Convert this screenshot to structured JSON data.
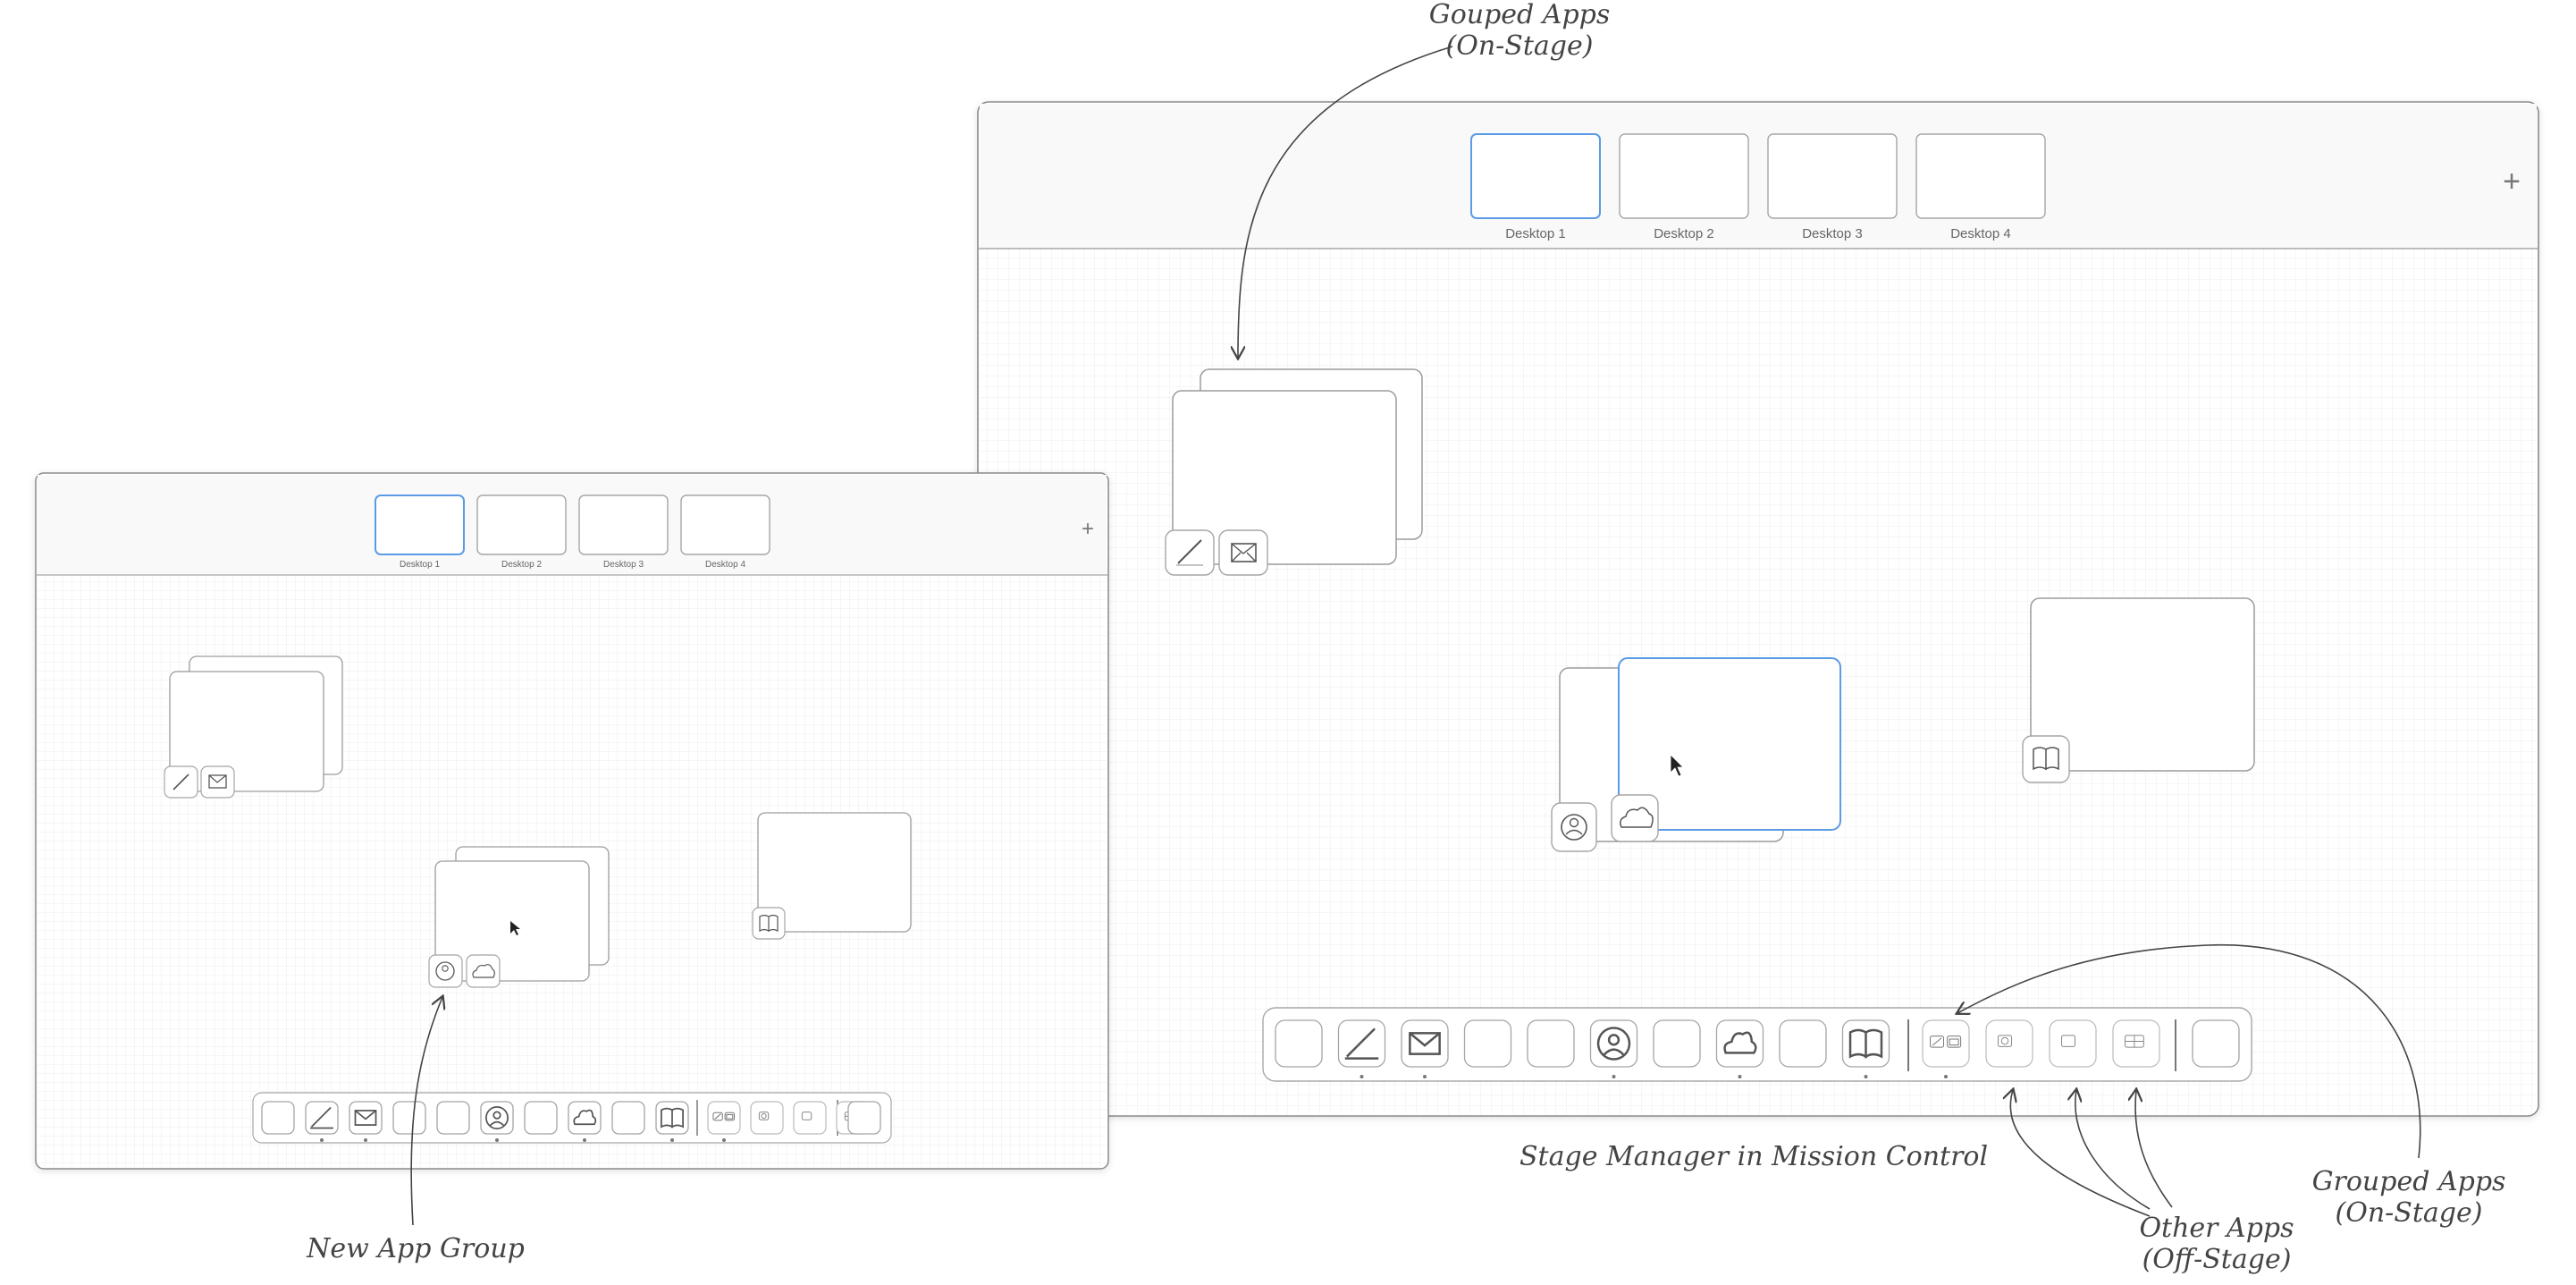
{
  "big": {
    "desktops": [
      {
        "label": "Desktop 1",
        "active": true
      },
      {
        "label": "Desktop 2",
        "active": false
      },
      {
        "label": "Desktop 3",
        "active": false
      },
      {
        "label": "Desktop 4",
        "active": false
      }
    ],
    "add_label": "+"
  },
  "small": {
    "desktops": [
      {
        "label": "Desktop 1",
        "active": true
      },
      {
        "label": "Desktop 2",
        "active": false
      },
      {
        "label": "Desktop 3",
        "active": false
      },
      {
        "label": "Desktop 4",
        "active": false
      }
    ],
    "add_label": "+"
  },
  "annotations": {
    "grouped_on_stage_top": "Gouped Apps\n(On-Stage)",
    "stage_manager": "Stage Manager in Mission Control",
    "other_apps": "Other Apps\n(Off-Stage)",
    "grouped_on_stage_right": "Grouped Apps\n(On-Stage)",
    "new_app_group": "New App Group"
  },
  "dock_icons": [
    "blank",
    "pencil-icon",
    "mail-icon",
    "blank",
    "blank",
    "person-icon",
    "blank",
    "cloud-icon",
    "blank",
    "book-icon"
  ],
  "dock_indicators": [
    false,
    true,
    true,
    false,
    false,
    true,
    false,
    true,
    false,
    true
  ],
  "offstage_icons": [
    "pencil-mail-group-icon",
    "person-mini-icon",
    "square-mini-icon",
    "grid-mini-icon"
  ],
  "colors": {
    "accent": "#5b9be6",
    "stroke": "#9a9a9a",
    "grid": "#ececec",
    "bar": "#f9f9f9"
  }
}
